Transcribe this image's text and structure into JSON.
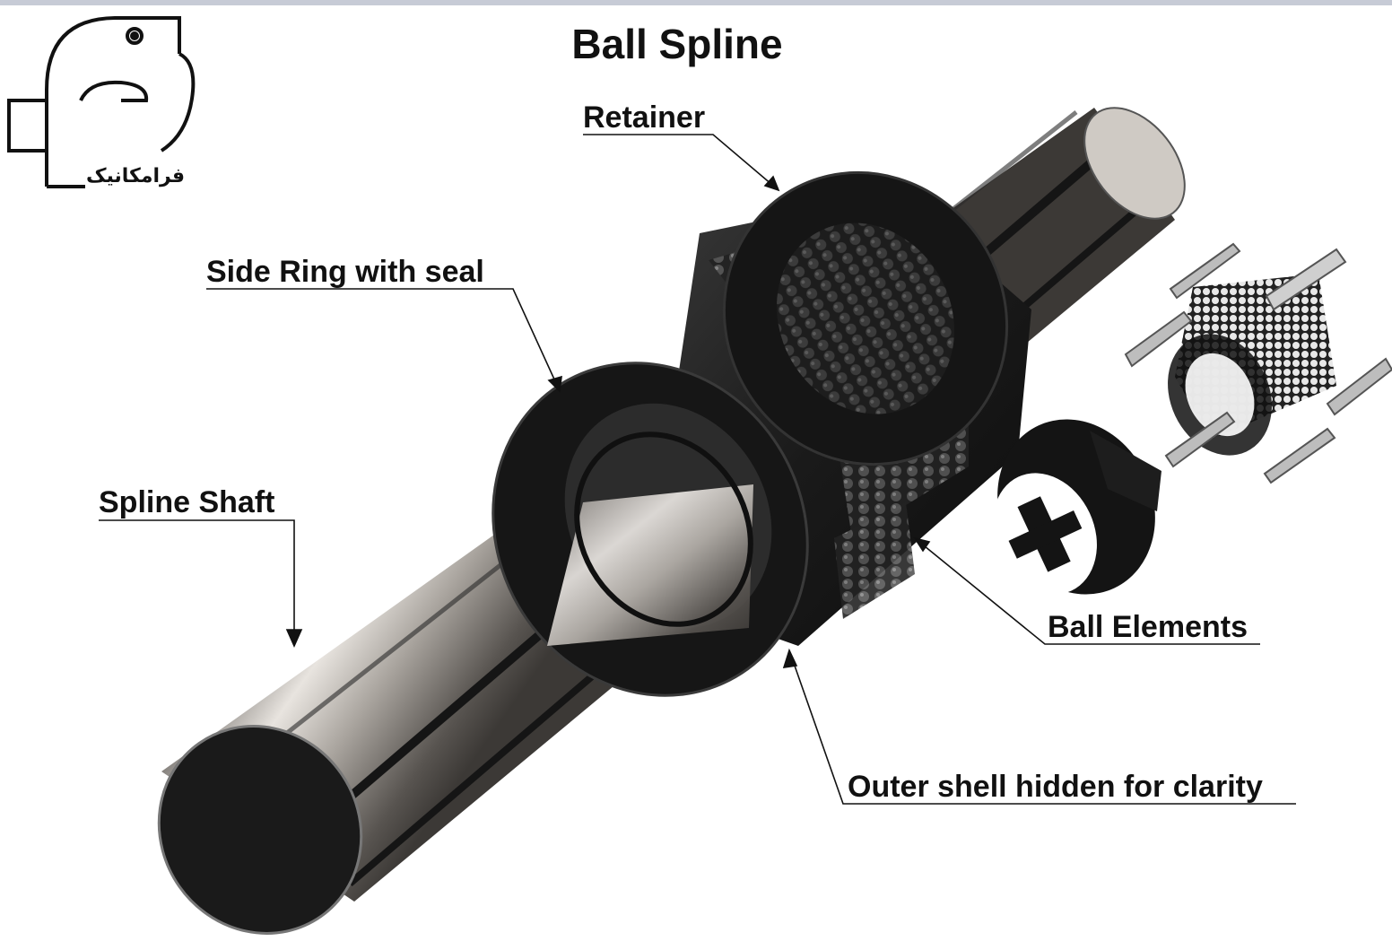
{
  "title": "Ball Spline",
  "labels": {
    "retainer": "Retainer",
    "side_ring": "Side Ring with seal",
    "spline_shaft": "Spline Shaft",
    "ball_elements": "Ball Elements",
    "outer_shell": "Outer shell hidden for clarity"
  },
  "logo": {
    "text": "فرامکانیک",
    "icon": "gear-logo-icon"
  },
  "colors": {
    "steel_light": "#d9d6d2",
    "steel_dark": "#4a4744",
    "part_black": "#1c1c1c",
    "strip": "#c7cbd6"
  }
}
